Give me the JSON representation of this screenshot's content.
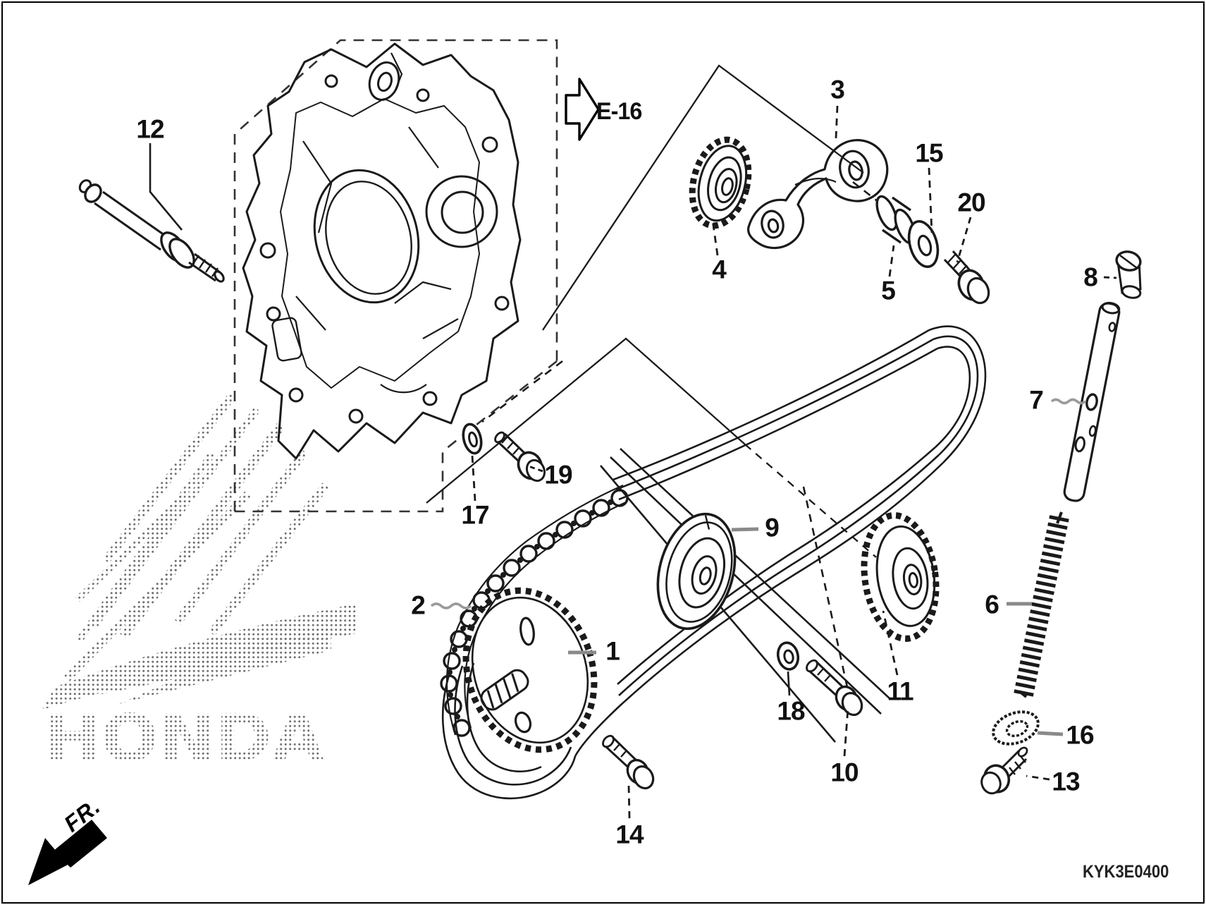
{
  "diagram_code": "KYK3E0400",
  "reference": {
    "label": "E-16"
  },
  "direction": {
    "label": "FR."
  },
  "watermark": {
    "text": "HONDA"
  },
  "colors": {
    "line": "#1a1a1a",
    "leader_gray": "#8a8a8a",
    "watermark_dot": "#6f6f6f",
    "background": "#ffffff"
  },
  "callouts": [
    {
      "label": "1"
    },
    {
      "label": "2"
    },
    {
      "label": "3"
    },
    {
      "label": "4"
    },
    {
      "label": "5"
    },
    {
      "label": "6"
    },
    {
      "label": "7"
    },
    {
      "label": "8"
    },
    {
      "label": "9"
    },
    {
      "label": "10"
    },
    {
      "label": "11"
    },
    {
      "label": "12"
    },
    {
      "label": "13"
    },
    {
      "label": "14"
    },
    {
      "label": "15"
    },
    {
      "label": "16"
    },
    {
      "label": "17"
    },
    {
      "label": "18"
    },
    {
      "label": "19"
    },
    {
      "label": "20"
    }
  ]
}
